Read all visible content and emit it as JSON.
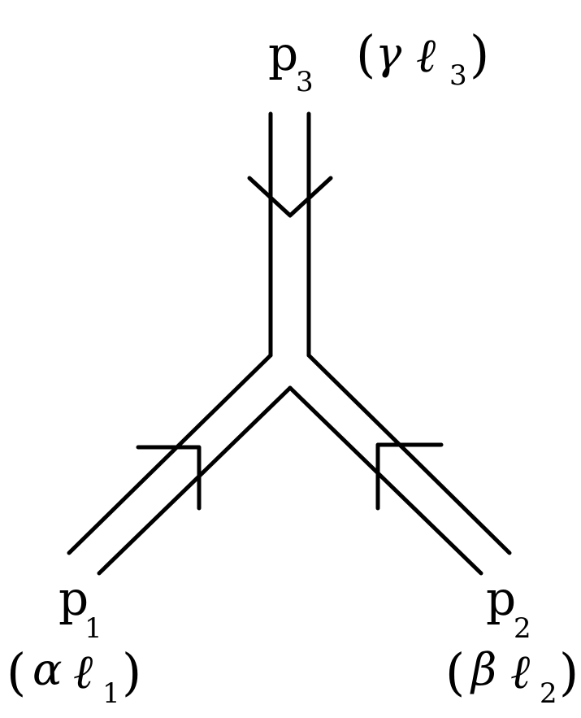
{
  "diagram": {
    "momentum_base": "p",
    "legs": [
      {
        "id": "top",
        "momentum_sub": "3",
        "open_paren": "(",
        "greek": "γ",
        "ell": "ℓ",
        "ell_sub": "3",
        "close_paren": ")"
      },
      {
        "id": "left",
        "momentum_sub": "1",
        "open_paren": "(",
        "greek": "α",
        "ell": "ℓ",
        "ell_sub": "1",
        "close_paren": ")"
      },
      {
        "id": "right",
        "momentum_sub": "2",
        "open_paren": "(",
        "greek": "β",
        "ell": "ℓ",
        "ell_sub": "2",
        "close_paren": ")"
      }
    ],
    "colors": {
      "ink": "#000000",
      "background": "#ffffff"
    }
  }
}
